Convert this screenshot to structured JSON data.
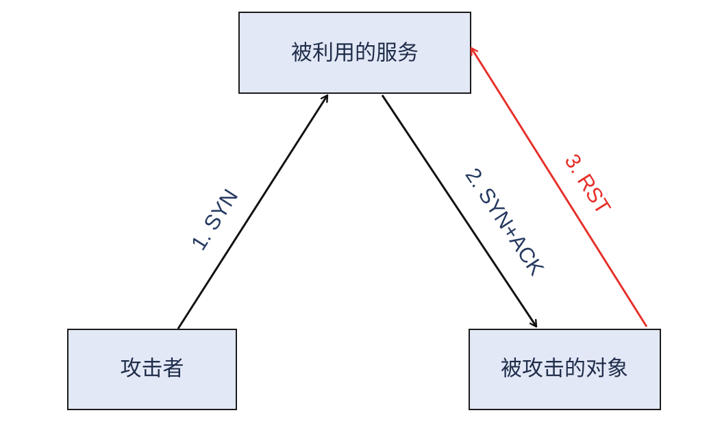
{
  "colors": {
    "node_fill": "#e3e8f6",
    "node_stroke": "#1a1a1a",
    "node_text": "#1f2d4a",
    "edge_black": "#111111",
    "edge_red": "#e6302a",
    "label_navy": "#263a60",
    "label_red": "#e6302a"
  },
  "nodes": {
    "service": "被利用的服务",
    "attacker": "攻击者",
    "victim": "被攻击的对象"
  },
  "edges": {
    "syn": "1. SYN",
    "syn_ack": "2. SYN+ACK",
    "rst": "3. RST"
  }
}
